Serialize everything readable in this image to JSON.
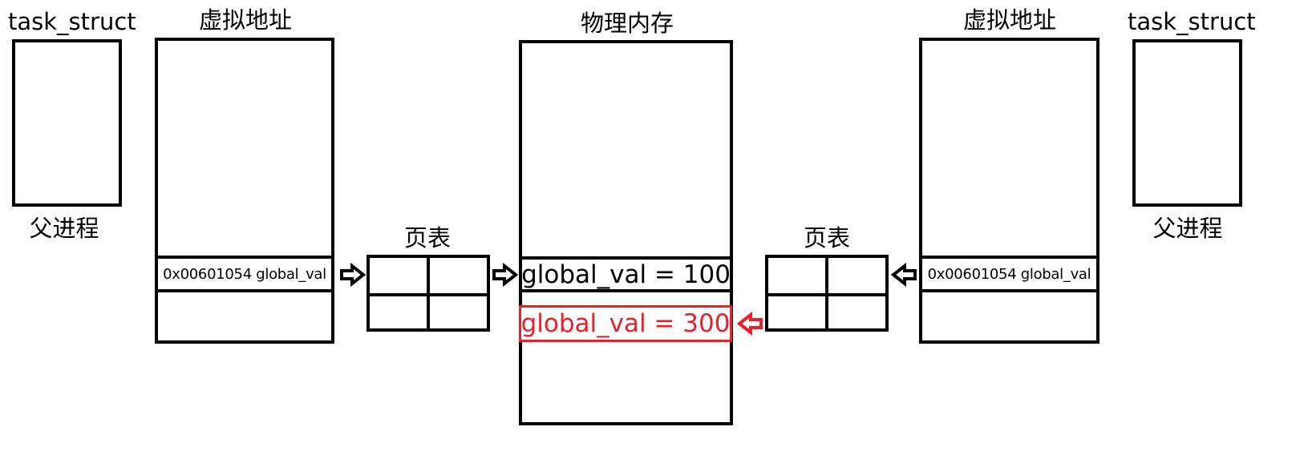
{
  "left_process": {
    "task_struct_label": "task_struct",
    "process_label": "父进程",
    "virtual_address_title": "虚拟地址",
    "address_entry": "0x00601054 global_val",
    "page_table_title": "页表"
  },
  "physical_memory": {
    "title": "物理内存",
    "entries": [
      {
        "text": "global_val = 100",
        "color": "#000000"
      },
      {
        "text": "global_val = 300",
        "color": "#e8202a"
      }
    ]
  },
  "right_process": {
    "task_struct_label": "task_struct",
    "process_label": "父进程",
    "virtual_address_title": "虚拟地址",
    "address_entry": "0x00601054 global_val",
    "page_table_title": "页表"
  },
  "colors": {
    "stroke": "#000000",
    "highlight": "#e8202a",
    "background": "#ffffff"
  }
}
